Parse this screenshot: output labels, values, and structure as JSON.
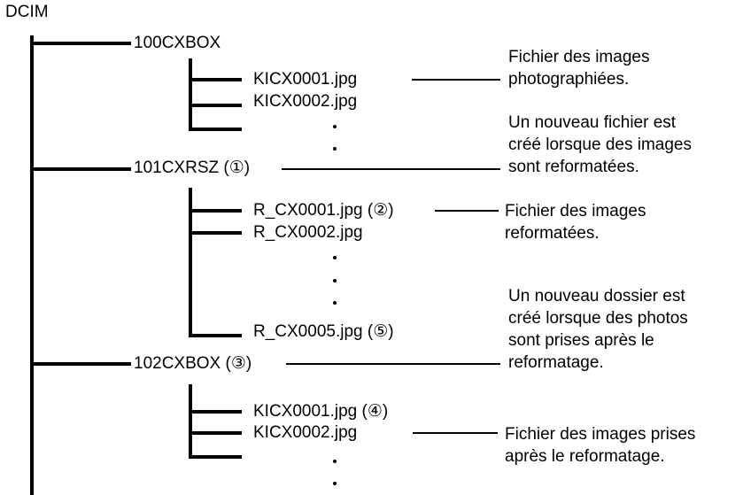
{
  "root": "DCIM",
  "folders": {
    "f100": "100CXBOX",
    "f101": "101CXRSZ (①)",
    "f102": "102CXBOX (③)"
  },
  "files": {
    "a1": "KICX0001.jpg",
    "a2": "KICX0002.jpg",
    "b1": "R_CX0001.jpg (②)",
    "b2": "R_CX0002.jpg",
    "b5": "R_CX0005.jpg (⑤)",
    "c1": "KICX0001.jpg (④)",
    "c2": "KICX0002.jpg"
  },
  "notes": {
    "n1": [
      "Fichier des images",
      "photographiées."
    ],
    "n2": [
      "Un nouveau fichier est",
      "créé lorsque des images",
      "sont reformatées."
    ],
    "n3": [
      "Fichier des images",
      "reformatées."
    ],
    "n4": [
      "Un nouveau dossier est",
      "créé lorsque des photos",
      "sont prises après le",
      "reformatage."
    ],
    "n5": [
      "Fichier des images prises",
      "après le reformatage."
    ]
  }
}
